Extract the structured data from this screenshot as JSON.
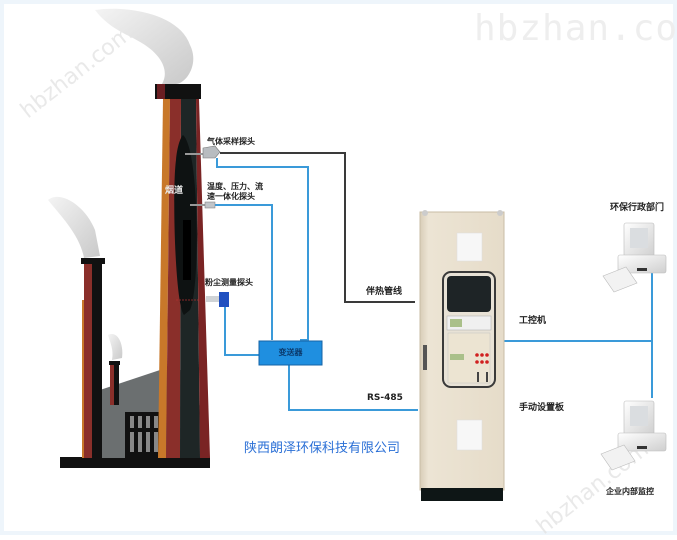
{
  "watermark": {
    "top_right": "hbzhan.com",
    "diagonal_top_left": "hbzhan.com",
    "diagonal_bottom_right": "hbzhan.com"
  },
  "stack": {
    "flue_label": "烟道"
  },
  "probes": {
    "gas_sampling": "气体采样探头",
    "temp_pressure_flow_line1": "温度、压力、流",
    "temp_pressure_flow_line2": "速一体化探头",
    "dust": "粉尘测量探头"
  },
  "transmitter": {
    "label": "变送器"
  },
  "connections": {
    "heat_trace_line": "伴热管线",
    "rs485": "RS-485"
  },
  "cabinet": {
    "ipc_label": "工控机",
    "manual_panel_label": "手动设置板"
  },
  "computers": {
    "epa": "环保行政部门",
    "internal": "企业内部监控"
  },
  "company": "陕西朗泽环保科技有限公司",
  "colors": {
    "signal_line": "#3a9ad9",
    "pipe_line": "#3a3a3a",
    "transmitter": "#1f8fe0",
    "cabinet": "#e9e0d0",
    "stack_orange": "#c8782a",
    "stack_red": "#8a2f2a",
    "stack_dark": "#1e2626",
    "company_text": "#2a6fd6"
  }
}
